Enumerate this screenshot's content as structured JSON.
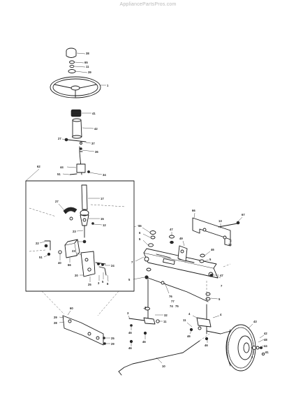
{
  "watermark": "AppliancePartsPros.com",
  "callouts": {
    "c38": "38",
    "c65": "65",
    "c11a": "11",
    "c39": "39",
    "c1": "1",
    "c41": "41",
    "c42": "42",
    "c27a": "27",
    "c37": "37",
    "c36": "36",
    "c62": "62",
    "c44": "44",
    "c34": "34",
    "c51a": "51",
    "c17": "17",
    "c27b": "27",
    "c15": "15",
    "c12": "12",
    "c9": "9",
    "c23a": "23",
    "c22a": "22",
    "c51b": "51",
    "c40": "40",
    "c66a": "66",
    "c23b": "23",
    "c20a": "20",
    "c24": "24",
    "c25a": "25",
    "c3": "3",
    "c5a": "5",
    "c8a": "8",
    "c60": "60",
    "c29a": "29",
    "c28a": "28",
    "c25b": "25",
    "c29b": "29",
    "c46a": "46",
    "c6": "6",
    "c47a": "47",
    "c5b": "5",
    "c49": "49",
    "c67": "67",
    "c13": "13",
    "c66b": "66",
    "c32": "32",
    "c7a": "7",
    "c47b": "47",
    "c5c": "5",
    "c7b": "7",
    "c5d": "5",
    "c20b": "20",
    "c21": "21",
    "c36b": "36",
    "c18": "18",
    "c19": "19",
    "c74": "74",
    "c75": "75",
    "c76": "76",
    "c77": "77",
    "c14": "14",
    "c43": "43",
    "c11b": "11",
    "c4": "4",
    "c46b": "46",
    "c48": "48",
    "c44b": "44",
    "c31": "31",
    "c10": "10",
    "c2": "2",
    "c42b": "42"
  }
}
